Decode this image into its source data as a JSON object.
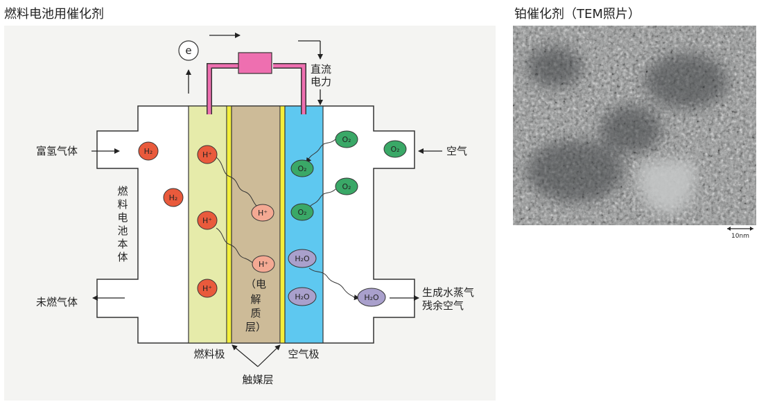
{
  "titles": {
    "left": "燃料电池用催化剂",
    "right": "铂催化剂（TEM照片）"
  },
  "diagram": {
    "electron": "e",
    "dc_power": [
      "直流",
      "电力"
    ],
    "hydrogen_rich_gas": "富氢气体",
    "air": "空气",
    "fuel_cell_body": [
      "燃",
      "料",
      "电",
      "池",
      "本",
      "体"
    ],
    "unburned_gas": "未燃气体",
    "product_lines": [
      "生成水蒸气",
      "残余空气"
    ],
    "electrolyte_layer": [
      "（电",
      "解",
      "质",
      "层）"
    ],
    "fuel_electrode": "燃料极",
    "air_electrode": "空气极",
    "catalyst_layer": "触媒层",
    "molecules": {
      "h2": "H₂",
      "h_plus": "H⁺",
      "o2": "O₂",
      "h2o": "H₂O"
    }
  },
  "tem": {
    "scale_label": "10nm"
  },
  "colors": {
    "pink_load": "#ee6fb0",
    "fuel_electrode": "#e6ebaa",
    "electrolyte": "#cdbb98",
    "air_electrode": "#5ec8f0",
    "catalyst": "#f3ee3c",
    "h2": "#e95a3c",
    "o2": "#3aa867",
    "h2o": "#a9a0cc",
    "h_plus_light": "#f4a993"
  }
}
